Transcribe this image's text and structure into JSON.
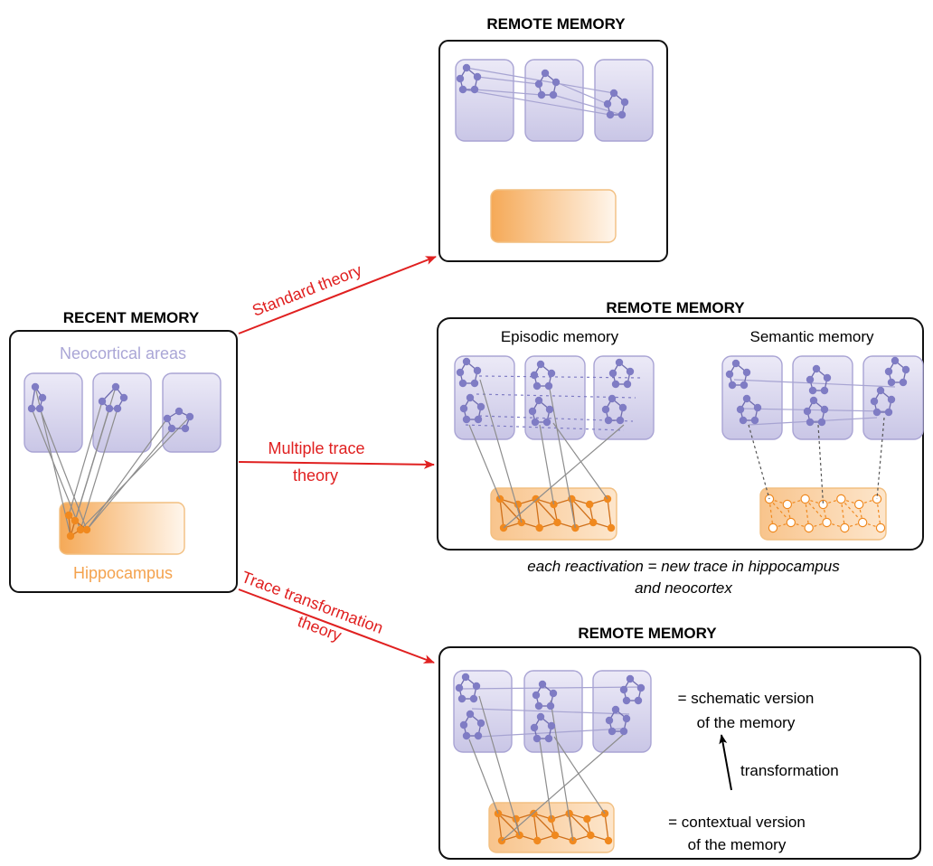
{
  "recent": {
    "title": "RECENT MEMORY",
    "neocortex_label": "Neocortical areas",
    "hippocampus_label": "Hippocampus"
  },
  "theories": {
    "standard": "Standard theory",
    "multiple_line1": "Multiple trace",
    "multiple_line2": "theory",
    "transformation_line1": "Trace transformation",
    "transformation_line2": "theory"
  },
  "remote_standard": {
    "title": "REMOTE MEMORY"
  },
  "remote_multiple": {
    "title": "REMOTE MEMORY",
    "episodic_label": "Episodic memory",
    "semantic_label": "Semantic memory",
    "caption_line1": "each reactivation = new trace in hippocampus",
    "caption_line2": "and neocortex"
  },
  "remote_transformation": {
    "title": "REMOTE MEMORY",
    "schematic_line1": "= schematic version",
    "schematic_line2": "of the memory",
    "transformation_label": "transformation",
    "contextual_line1": "= contextual version",
    "contextual_line2": "of the memory"
  },
  "colors": {
    "arrow": "#e02020",
    "neocortex_node": "#7f7cc4",
    "hippocampus_node": "#f0891f",
    "neocortex_fill": "#d9d7ee",
    "hippocampus_fill": "#f7b97a"
  }
}
